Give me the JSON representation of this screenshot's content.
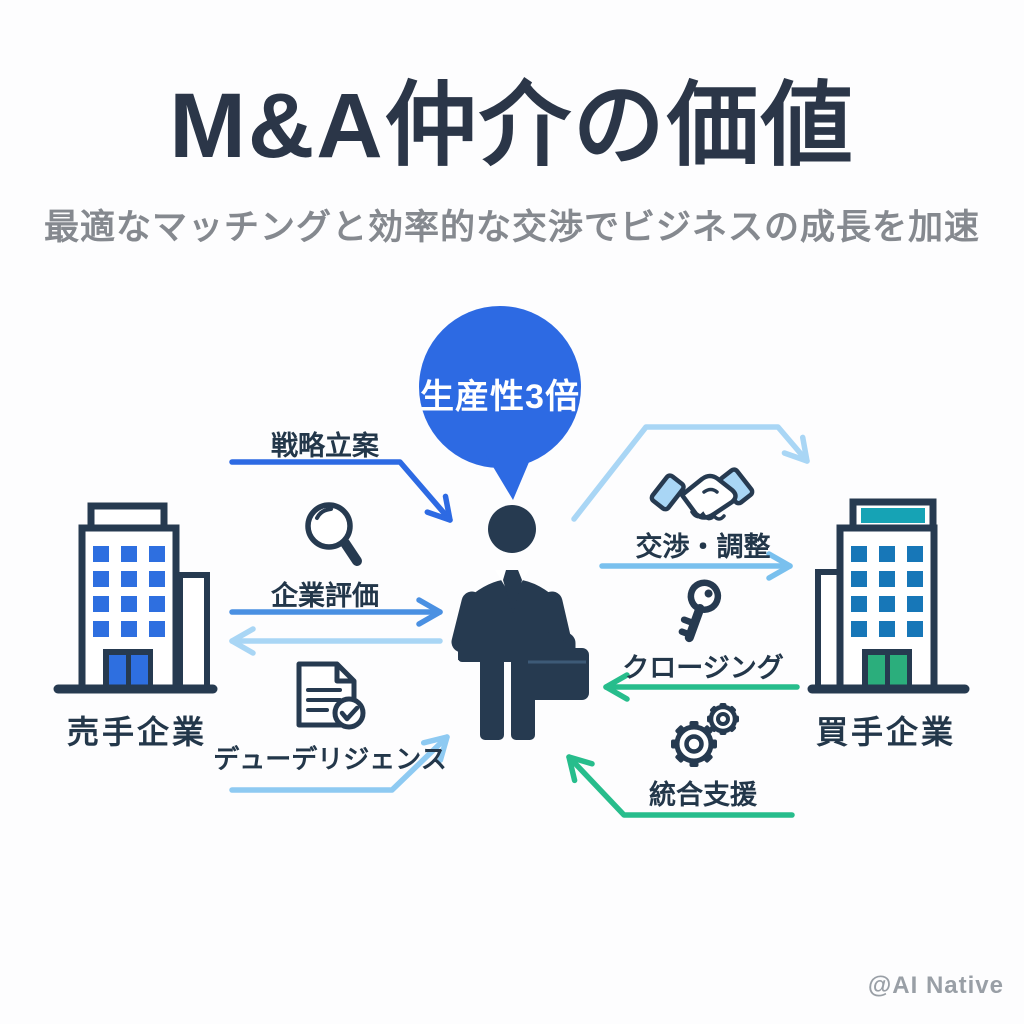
{
  "header": {
    "title": "M&A仲介の価値",
    "subtitle": "最適なマッチングと効率的な交渉でビジネスの成長を加速"
  },
  "bubble": {
    "label": "生産性3倍"
  },
  "companies": {
    "seller": "売手企業",
    "buyer": "買手企業"
  },
  "process": {
    "strategy": "戦略立案",
    "valuation": "企業評価",
    "due_diligence": "デューデリジェンス",
    "negotiation": "交渉・調整",
    "closing": "クロージング",
    "integration": "統合支援"
  },
  "icons": {
    "valuation": "magnifier-icon",
    "due_diligence": "document-check-icon",
    "negotiation": "handshake-icon",
    "closing": "key-icon",
    "integration": "gears-icon"
  },
  "watermark": "@AI Native",
  "colors": {
    "navy": "#263a50",
    "title_navy": "#2b3648",
    "subtitle_gray": "#85898f",
    "primary_blue": "#2d6ae3",
    "mid_blue": "#4a90e2",
    "light_blue": "#a9d6f5",
    "sky_blue": "#8ecaf2",
    "window_blue_seller": "#2e6fe0",
    "window_blue_buyer": "#1777b8",
    "roof_teal": "#16a3b5",
    "door_green": "#2bae7c",
    "arrow_green": "#27bd8c"
  }
}
